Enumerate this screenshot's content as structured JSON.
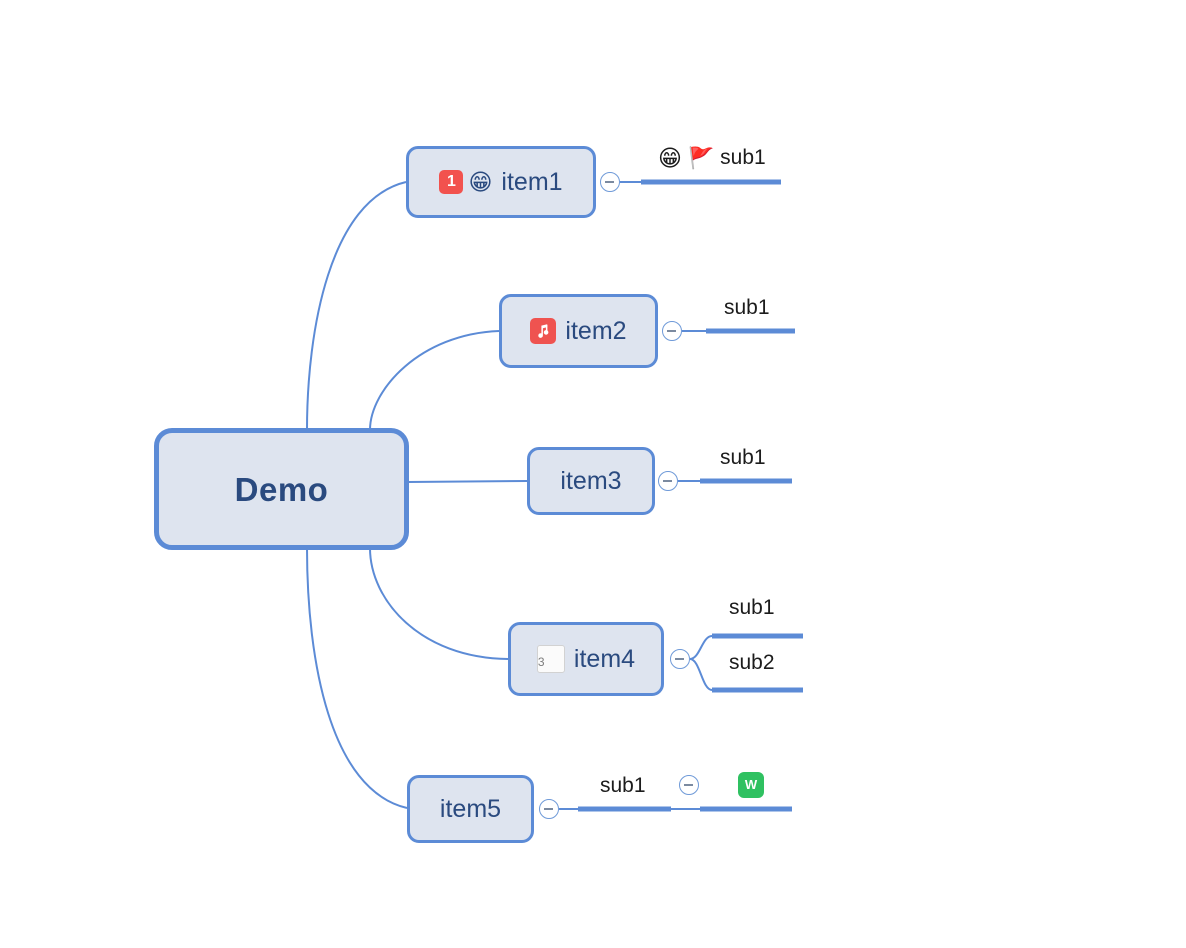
{
  "app": {
    "type": "mind-map",
    "background": "#ffffff"
  },
  "theme": {
    "node_fill": "#dee4ef",
    "node_border": "#5c8bd6",
    "node_text": "#2a4a7f",
    "connector": "#5c8bd6",
    "underline_bar": "#5c8bd6",
    "sub_text": "#1c1c1c",
    "badge_red": "#f2524e",
    "music_red": "#ef5350",
    "calendar_green": "#2ecc5f",
    "wps_green": "#2fc161",
    "flag_red": "#e8453c"
  },
  "root": {
    "label": "Demo"
  },
  "branches": [
    {
      "label": "item1",
      "icons": [
        "badge-1",
        "grinning-face-emoji"
      ],
      "toggle": "collapse-toggle",
      "children": [
        {
          "label": "sub1",
          "icons": [
            "grinning-face-emoji",
            "red-flag-icon"
          ]
        }
      ]
    },
    {
      "label": "item2",
      "icons": [
        "music-note-icon"
      ],
      "toggle": "collapse-toggle",
      "children": [
        {
          "label": "sub1",
          "icons": []
        }
      ]
    },
    {
      "label": "item3",
      "icons": [],
      "toggle": "collapse-toggle",
      "children": [
        {
          "label": "sub1",
          "icons": []
        }
      ]
    },
    {
      "label": "item4",
      "icons": [
        "calendar-3-icon"
      ],
      "toggle": "collapse-toggle",
      "children": [
        {
          "label": "sub1",
          "icons": []
        },
        {
          "label": "sub2",
          "icons": []
        }
      ]
    },
    {
      "label": "item5",
      "icons": [],
      "toggle": "collapse-toggle",
      "children": [
        {
          "label": "sub1",
          "icons": [],
          "toggle": "collapse-toggle",
          "children": [
            {
              "label": "",
              "icons": [
                "wps-writer-icon"
              ]
            }
          ]
        }
      ]
    }
  ],
  "icon_glyphs": {
    "badge-1": "1",
    "grinning-face-emoji": "😁",
    "red-flag-icon": "🚩",
    "music-note-icon": "music-note",
    "calendar-3-icon": "3",
    "wps-writer-icon": "W"
  }
}
